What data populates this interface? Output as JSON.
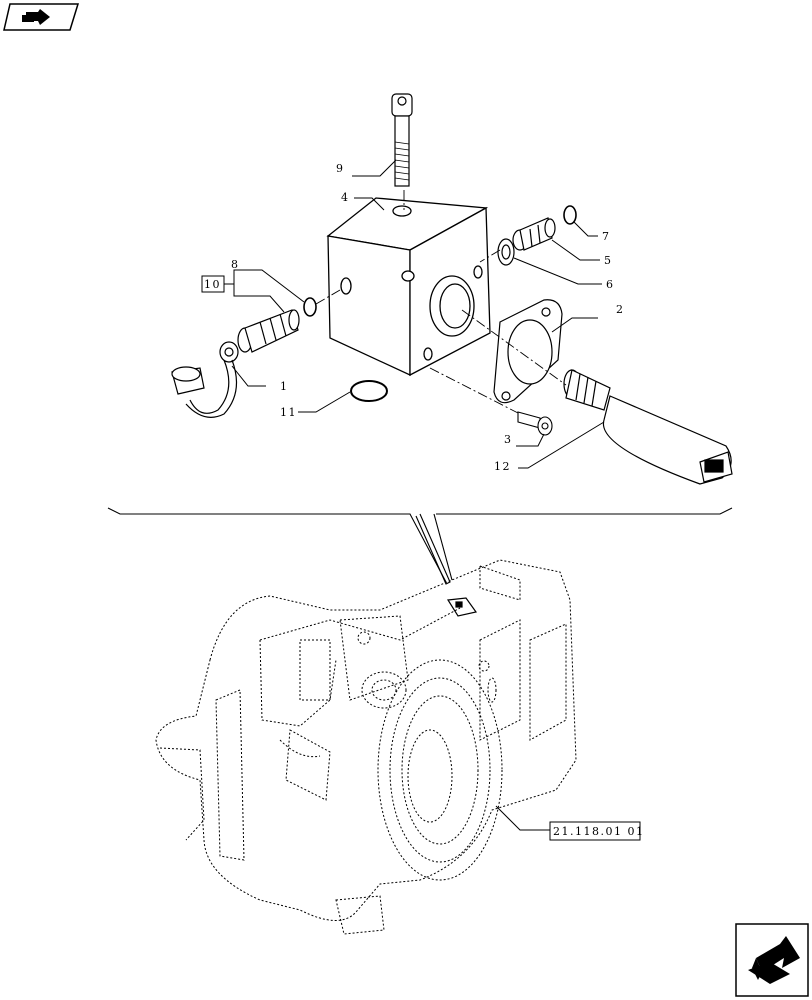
{
  "toolbar": {
    "back_icon": "back-arrow-icon"
  },
  "footer": {
    "forward_icon": "forward-arrow-icon"
  },
  "callouts": {
    "c1": "1",
    "c2": "2",
    "c3": "3",
    "c4": "4",
    "c5": "5",
    "c6": "6",
    "c7": "7",
    "c8": "8",
    "c9": "9",
    "c10": "10",
    "c11": "11",
    "c12": "12"
  },
  "reference": {
    "assembly_ref": "21.118.01 01"
  }
}
